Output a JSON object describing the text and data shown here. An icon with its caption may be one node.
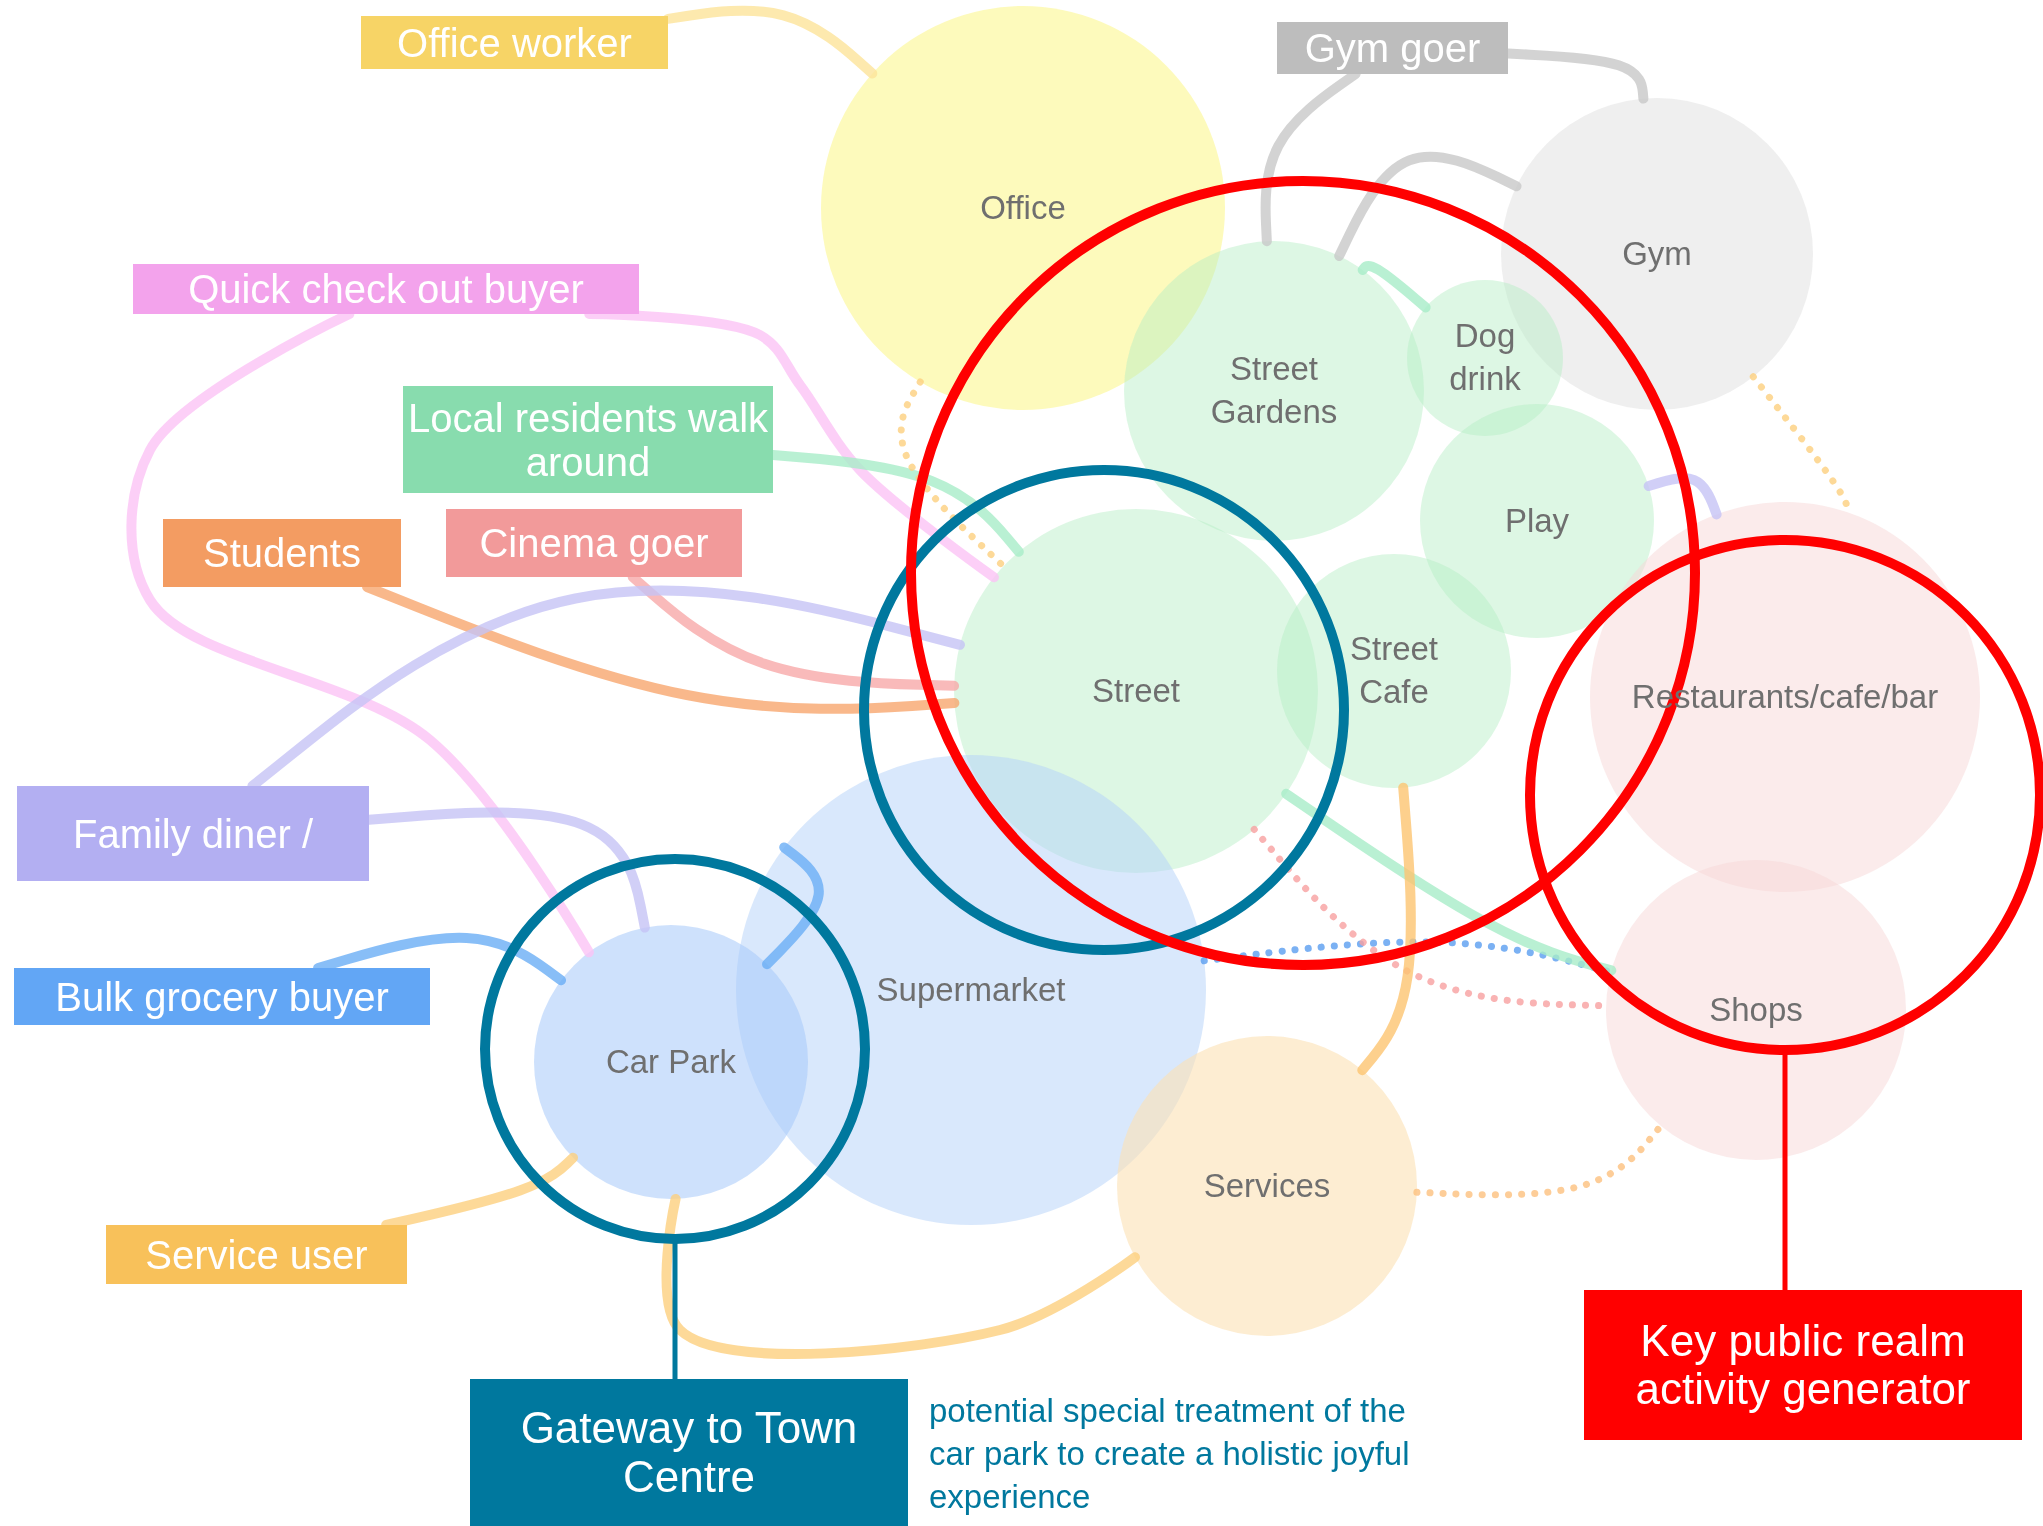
{
  "diagram": {
    "nodes": [
      {
        "text": [
          "Office worker"
        ]
      },
      {
        "text": [
          "Gym goer"
        ]
      },
      {
        "text": [
          "Office"
        ]
      },
      {
        "text": [
          "Gym"
        ]
      },
      {
        "text": [
          "Quick check out buyer"
        ]
      },
      {
        "text": [
          "Street Gardens"
        ]
      },
      {
        "text": [
          "Dog drink"
        ]
      },
      {
        "text": [
          "Local residents walk around"
        ]
      },
      {
        "text": [
          "Play"
        ]
      },
      {
        "text": [
          "Students"
        ]
      },
      {
        "text": [
          "Cinema goer"
        ]
      },
      {
        "text": [
          "Street"
        ]
      },
      {
        "text": [
          "Street Cafe"
        ]
      },
      {
        "text": [
          "Restaurants/cafe/bar"
        ]
      },
      {
        "text": [
          "Family diner /"
        ]
      },
      {
        "text": [
          "Supermarket"
        ]
      },
      {
        "text": [
          "Bulk grocery buyer"
        ]
      },
      {
        "text": [
          "Car Park"
        ],
        "in": 23
      },
      {
        "text": [
          "Shops"
        ]
      },
      {
        "text": [
          "Services"
        ]
      },
      {
        "text": [
          "Service user"
        ]
      },
      {
        "text": [
          "Gateway to Town Centre"
        ]
      },
      {
        "text": [
          "Key public realm activity generator"
        ]
      },
      {
        "text": [],
        "shape": "circle"
      },
      {
        "text": [],
        "shape": "circle"
      }
    ],
    "edges": [
      {
        "from": 0,
        "to": 2,
        "arrow": "none",
        "color": "#fde49a"
      },
      {
        "from": 1,
        "to": 3,
        "arrow": "none",
        "color": "#c8c8c8"
      },
      {
        "from": 1,
        "to": 5,
        "arrow": "none",
        "color": "#c8c8c8"
      },
      {
        "from": 4,
        "to": 11,
        "arrow": "none",
        "color": "#fbc3f5"
      },
      {
        "from": 4,
        "to": 17,
        "arrow": "none",
        "color": "#fbc3f5"
      },
      {
        "from": 7,
        "to": 11,
        "arrow": "none",
        "color": "#a8ecc8"
      },
      {
        "from": 9,
        "to": 11,
        "arrow": "none",
        "color": "#f8a66e"
      },
      {
        "from": 10,
        "to": 11,
        "arrow": "none",
        "color": "#f8a9a9"
      },
      {
        "from": 14,
        "to": 17,
        "arrow": "none",
        "color": "#c6c3f5"
      },
      {
        "from": 14,
        "to": 11,
        "arrow": "none",
        "color": "#c6c3f5"
      },
      {
        "from": 16,
        "to": 17,
        "arrow": "none",
        "color": "#6aaef5"
      },
      {
        "from": 20,
        "to": 17,
        "arrow": "none",
        "color": "#fdd07e"
      },
      {
        "from": 17,
        "to": 19,
        "arrow": "none",
        "color": "#fdd07e"
      },
      {
        "from": 2,
        "to": 11,
        "arrow": "none",
        "style": "dashed",
        "color": "#fdd07e"
      },
      {
        "from": 3,
        "to": 13,
        "arrow": "none",
        "style": "dashed",
        "color": "#fdd07e"
      },
      {
        "from": 19,
        "to": 18,
        "arrow": "none",
        "style": "dashed",
        "color": "#fdc07e"
      },
      {
        "from": 15,
        "to": 18,
        "arrow": "none",
        "style": "dashed",
        "color": "#5a9ef0"
      },
      {
        "from": 11,
        "to": 18,
        "arrow": "none",
        "style": "dashed",
        "color": "#f8a0a0"
      },
      {
        "from": 5,
        "to": 6,
        "arrow": "none",
        "color": "#a8ecc8"
      },
      {
        "from": 8,
        "to": 13,
        "arrow": "none",
        "color": "#c6c3f5"
      },
      {
        "from": 11,
        "to": 18,
        "arrow": "none",
        "color": "#a8ecc8"
      },
      {
        "from": 12,
        "to": 19,
        "arrow": "none",
        "color": "#fdc470"
      },
      {
        "from": 17,
        "to": 15,
        "arrow": "none",
        "color": "#6aaef5"
      },
      {
        "from": 3,
        "to": 5,
        "arrow": "none",
        "color": "#c8c8c8"
      },
      {
        "from": 23,
        "to": 21,
        "arrow": "none",
        "color": "#00789e"
      },
      {
        "from": 24,
        "to": 22,
        "arrow": "none",
        "color": "#ff0000"
      }
    ],
    "labels": [
      "potential special treatment of the car park to create a holistic joyful experience"
    ]
  }
}
